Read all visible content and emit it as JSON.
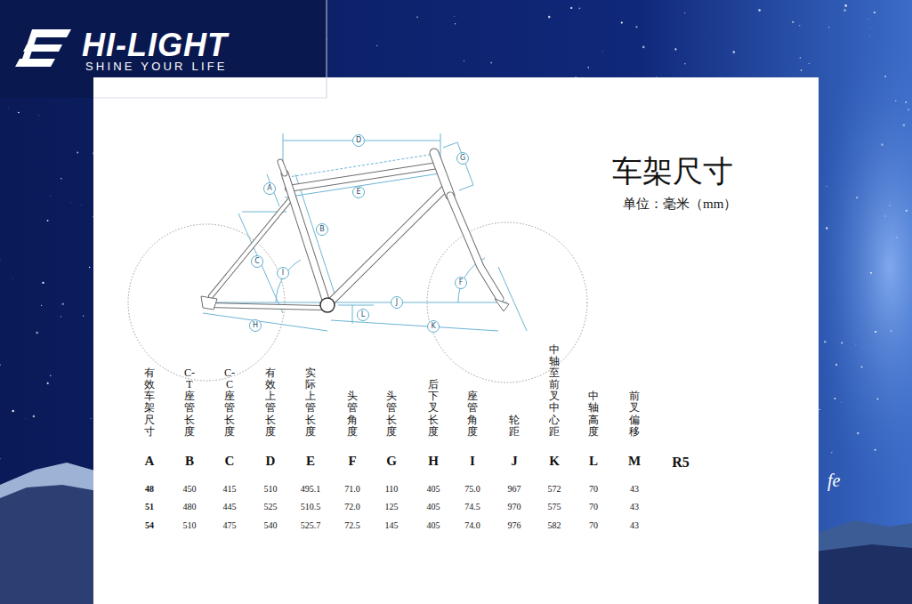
{
  "diagram": {
    "title": "车架尺寸",
    "nodes": [
      {
        "text": [
          "D"
        ]
      },
      {
        "text": [
          "G"
        ]
      },
      {
        "text": [
          "A"
        ]
      },
      {
        "text": [
          "E"
        ]
      },
      {
        "text": [
          "B"
        ]
      },
      {
        "text": [
          "C"
        ]
      },
      {
        "text": [
          "I"
        ]
      },
      {
        "text": [
          "F"
        ]
      },
      {
        "text": [
          "J"
        ]
      },
      {
        "text": [
          "L"
        ]
      },
      {
        "text": [
          "H"
        ]
      },
      {
        "text": [
          "K"
        ]
      }
    ],
    "labels": [
      "HI-LIGHT",
      "SHINE YOUR LIFE",
      "单位：毫米（mm）",
      "有效车架尺寸",
      "C-T座管长度",
      "C-C座管长度",
      "有效上管长度",
      "实际上管长度",
      "头管角度",
      "头管长度",
      "后下叉长度",
      "座管角度",
      "轮距",
      "中轴至前叉中心距",
      "中轴高度",
      "前叉偏移",
      "A",
      "B",
      "C",
      "D",
      "E",
      "F",
      "G",
      "H",
      "I",
      "J",
      "K",
      "L",
      "M",
      "R5",
      "48",
      "450",
      "415",
      "510",
      "495.1",
      "71.0",
      "110",
      "405",
      "75.0",
      "967",
      "572",
      "70",
      "43",
      "51",
      "480",
      "445",
      "525",
      "510.5",
      "72.0",
      "125",
      "405",
      "74.5",
      "970",
      "575",
      "70",
      "43",
      "54",
      "510",
      "475",
      "540",
      "525.7",
      "72.5",
      "145",
      "405",
      "74.0",
      "976",
      "582",
      "70",
      "43",
      "fe"
    ]
  }
}
